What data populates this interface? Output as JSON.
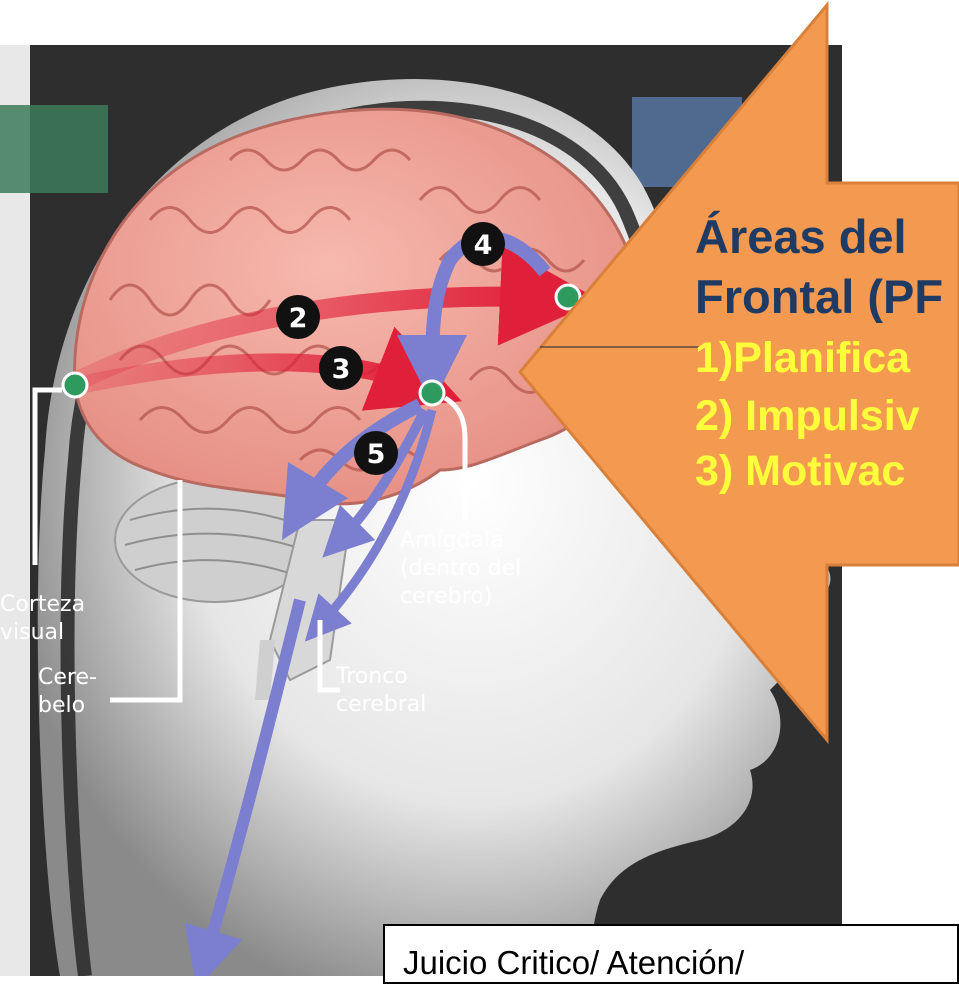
{
  "diagram": {
    "labels": {
      "corteza": "Corteza",
      "visual": "visual",
      "cerebelo_1": "Cere-",
      "cerebelo_2": "belo",
      "amigdala_1": "Amígdala",
      "amigdala_2": "(dentro del",
      "amigdala_3": "cerebro)",
      "tronco_1": "Tronco",
      "tronco_2": "cerebral"
    },
    "markers": [
      "2",
      "3",
      "4",
      "5"
    ]
  },
  "callout": {
    "title_line1": "Áreas del",
    "title_line2": "Frontal (PF",
    "items": [
      "1)Planifica",
      "2) Impulsiv",
      "3) Motivac"
    ]
  },
  "bottom_note": "Juicio Critico/ Atención/",
  "colors": {
    "callout_fill": "#f49a50",
    "callout_border": "#d9803a",
    "title_text": "#1f3b63",
    "item_text": "#ffff3c",
    "brain": "#f2a49a",
    "red_arrow": "#e0203a",
    "purple_arrow": "#7c7fcf",
    "node": "#2f9a5e"
  }
}
